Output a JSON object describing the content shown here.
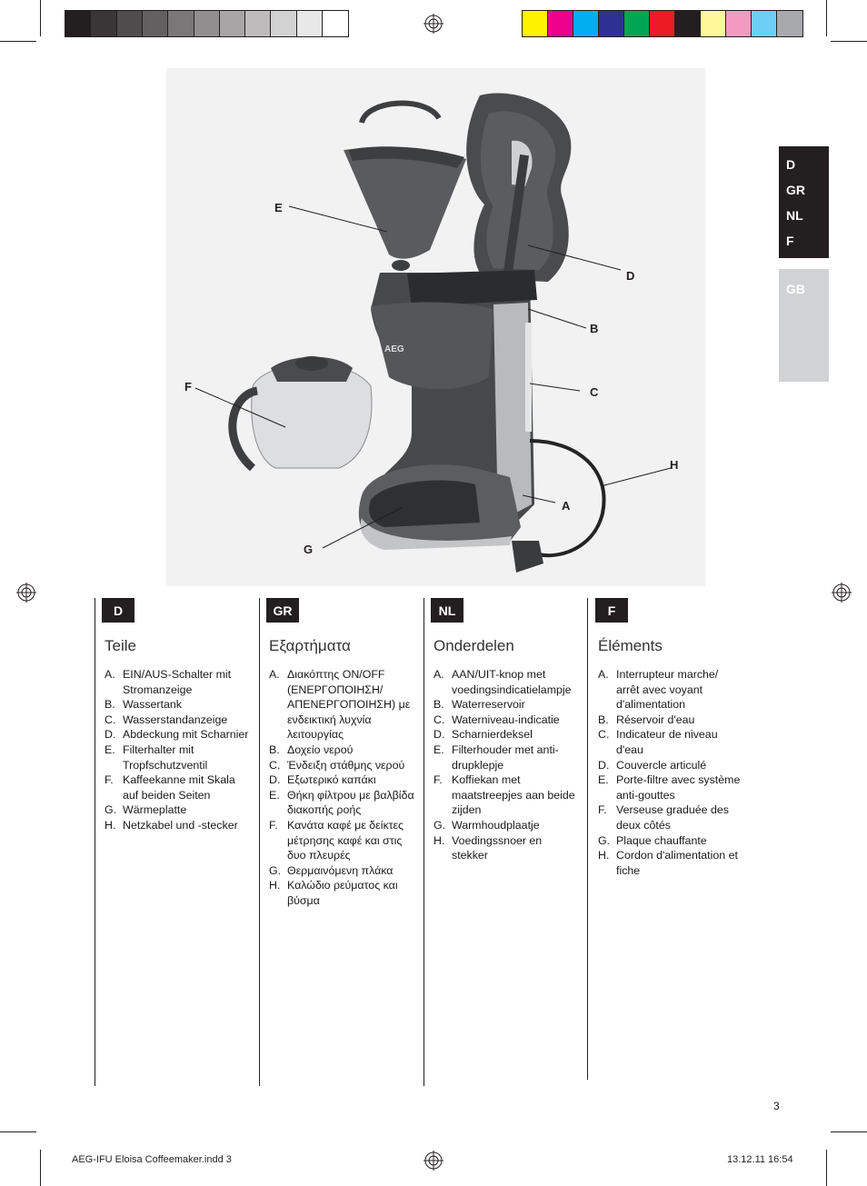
{
  "colorbar_gray": [
    "#231f20",
    "#3a3637",
    "#4f4c4d",
    "#636061",
    "#7a7778",
    "#918e8f",
    "#a7a5a6",
    "#bdbbbc",
    "#d3d2d2",
    "#e9e8e8",
    "#ffffff"
  ],
  "colorbar_color": [
    "#fff200",
    "#ec008c",
    "#00aeef",
    "#2e3192",
    "#00a651",
    "#ed1c24",
    "#231f20",
    "#fff799",
    "#f49ac1",
    "#6dcff6",
    "#a7a9ac"
  ],
  "side_tabs": {
    "dark": [
      "D",
      "GR",
      "NL",
      "F"
    ],
    "light": [
      "GB"
    ]
  },
  "callouts": {
    "E": "E",
    "D": "D",
    "B": "B",
    "F": "F",
    "C": "C",
    "H": "H",
    "A": "A",
    "G": "G"
  },
  "columns": [
    {
      "code": "D",
      "title": "Teile",
      "items": [
        {
          "k": "A.",
          "t": "EIN/AUS-Schalter mit Stromanzeige"
        },
        {
          "k": "B.",
          "t": "Wassertank"
        },
        {
          "k": "C.",
          "t": "Wasserstandanzeige"
        },
        {
          "k": "D.",
          "t": "Abdeckung mit Scharnier"
        },
        {
          "k": "E.",
          "t": "Filterhalter mit Tropfschutzventil"
        },
        {
          "k": "F.",
          "t": "Kaffeekanne mit Skala auf beiden Seiten"
        },
        {
          "k": "G.",
          "t": "Wärmeplatte"
        },
        {
          "k": "H.",
          "t": "Netzkabel und -stecker"
        }
      ]
    },
    {
      "code": "GR",
      "title": "Εξαρτήματα",
      "items": [
        {
          "k": "A.",
          "t": "Διακόπτης ON/OFF (ΕΝΕΡΓΟΠΟΙΗΣΗ/ ΑΠΕΝΕΡΓΟΠΟΙΗΣΗ) με ενδεικτική λυχνία λειτουργίας"
        },
        {
          "k": "B.",
          "t": "Δοχείο νερού"
        },
        {
          "k": "C.",
          "t": "Ένδειξη στάθμης νερού"
        },
        {
          "k": "D.",
          "t": "Εξωτερικό καπάκι"
        },
        {
          "k": "E.",
          "t": "Θήκη φίλτρου με βαλβίδα διακοπής ροής"
        },
        {
          "k": "F.",
          "t": "Κανάτα καφέ με δείκτες μέτρησης καφέ και στις δυο πλευρές"
        },
        {
          "k": "G.",
          "t": "Θερμαινόμενη πλάκα"
        },
        {
          "k": "H.",
          "t": "Καλώδιο ρεύματος και βύσμα"
        }
      ]
    },
    {
      "code": "NL",
      "title": "Onderdelen",
      "items": [
        {
          "k": "A.",
          "t": "AAN/UIT-knop met voedingsindicatielampje"
        },
        {
          "k": "B.",
          "t": "Waterreservoir"
        },
        {
          "k": "C.",
          "t": "Waterniveau-indicatie"
        },
        {
          "k": "D.",
          "t": "Scharnierdeksel"
        },
        {
          "k": "E.",
          "t": "Filterhouder met anti-drupklepje"
        },
        {
          "k": "F.",
          "t": "Koffiekan met maatstreepjes aan beide zijden"
        },
        {
          "k": "G.",
          "t": "Warmhoudplaatje"
        },
        {
          "k": "H.",
          "t": "Voedingssnoer en stekker"
        }
      ]
    },
    {
      "code": "F",
      "title": "Éléments",
      "items": [
        {
          "k": "A.",
          "t": "Interrupteur marche/ arrêt avec voyant d'alimentation"
        },
        {
          "k": "B.",
          "t": "Réservoir d'eau"
        },
        {
          "k": "C.",
          "t": "Indicateur de niveau d'eau"
        },
        {
          "k": "D.",
          "t": "Couvercle articulé"
        },
        {
          "k": "E.",
          "t": "Porte-filtre avec système anti-gouttes"
        },
        {
          "k": "F.",
          "t": "Verseuse graduée des deux côtés"
        },
        {
          "k": "G.",
          "t": "Plaque chauffante"
        },
        {
          "k": "H.",
          "t": "Cordon d'alimentation et fiche"
        }
      ]
    }
  ],
  "page_number": "3",
  "slug": {
    "file": "AEG-IFU Eloisa Coffeemaker.indd   3",
    "date": "13.12.11   16:54"
  },
  "logo_text": "AEG"
}
